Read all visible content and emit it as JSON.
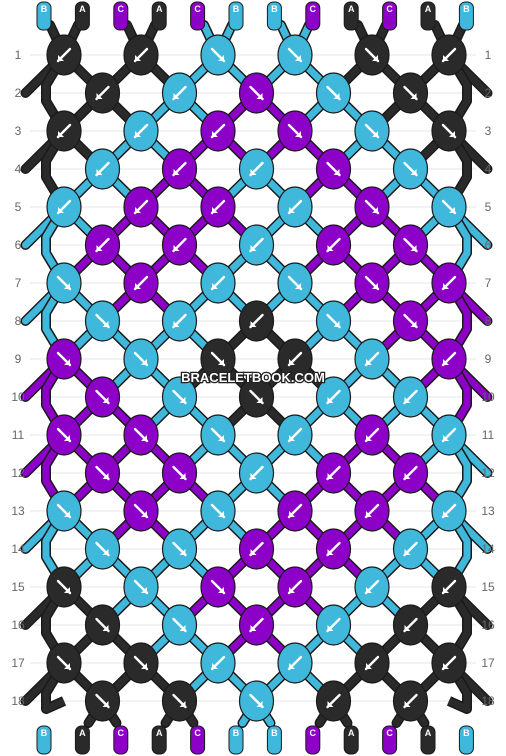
{
  "colors": {
    "A": "#2a2a2a",
    "B": "#40b8dc",
    "C": "#8c00c8"
  },
  "strings_top": [
    "B",
    "A",
    "C",
    "A",
    "C",
    "B",
    "B",
    "C",
    "A",
    "C",
    "A",
    "B"
  ],
  "strings_bottom": [
    "B",
    "A",
    "C",
    "A",
    "C",
    "B",
    "B",
    "C",
    "A",
    "C",
    "A",
    "B"
  ],
  "row_labels": [
    "1",
    "2",
    "3",
    "4",
    "5",
    "6",
    "7",
    "8",
    "9",
    "10",
    "11",
    "12",
    "13",
    "14",
    "15",
    "16",
    "17",
    "18"
  ],
  "knots": [
    [
      {
        "c": "A",
        "d": "L"
      },
      {
        "c": "A",
        "d": "L"
      },
      {
        "c": "B",
        "d": "R"
      },
      {
        "c": "B",
        "d": "R"
      },
      {
        "c": "A",
        "d": "R"
      },
      {
        "c": "A",
        "d": "L"
      }
    ],
    [
      {
        "c": "A",
        "d": "L"
      },
      {
        "c": "B",
        "d": "L"
      },
      {
        "c": "C",
        "d": "R"
      },
      {
        "c": "B",
        "d": "R"
      },
      {
        "c": "A",
        "d": "R"
      }
    ],
    [
      {
        "c": "A",
        "d": "L"
      },
      {
        "c": "B",
        "d": "L"
      },
      {
        "c": "C",
        "d": "L"
      },
      {
        "c": "C",
        "d": "R"
      },
      {
        "c": "B",
        "d": "R"
      },
      {
        "c": "A",
        "d": "R"
      }
    ],
    [
      {
        "c": "B",
        "d": "L"
      },
      {
        "c": "C",
        "d": "L"
      },
      {
        "c": "B",
        "d": "L"
      },
      {
        "c": "C",
        "d": "R"
      },
      {
        "c": "B",
        "d": "R"
      }
    ],
    [
      {
        "c": "B",
        "d": "L"
      },
      {
        "c": "C",
        "d": "L"
      },
      {
        "c": "C",
        "d": "L"
      },
      {
        "c": "B",
        "d": "L"
      },
      {
        "c": "C",
        "d": "R"
      },
      {
        "c": "B",
        "d": "R"
      }
    ],
    [
      {
        "c": "C",
        "d": "L"
      },
      {
        "c": "C",
        "d": "L"
      },
      {
        "c": "B",
        "d": "L"
      },
      {
        "c": "C",
        "d": "L"
      },
      {
        "c": "C",
        "d": "R"
      }
    ],
    [
      {
        "c": "B",
        "d": "R"
      },
      {
        "c": "C",
        "d": "L"
      },
      {
        "c": "B",
        "d": "L"
      },
      {
        "c": "B",
        "d": "R"
      },
      {
        "c": "C",
        "d": "R"
      },
      {
        "c": "C",
        "d": "L"
      }
    ],
    [
      {
        "c": "B",
        "d": "R"
      },
      {
        "c": "B",
        "d": "L"
      },
      {
        "c": "A",
        "d": "L"
      },
      {
        "c": "B",
        "d": "R"
      },
      {
        "c": "C",
        "d": "R"
      }
    ],
    [
      {
        "c": "C",
        "d": "R"
      },
      {
        "c": "B",
        "d": "R"
      },
      {
        "c": "A",
        "d": "R"
      },
      {
        "c": "A",
        "d": "L"
      },
      {
        "c": "B",
        "d": "L"
      },
      {
        "c": "C",
        "d": "L"
      }
    ],
    [
      {
        "c": "C",
        "d": "R"
      },
      {
        "c": "B",
        "d": "R"
      },
      {
        "c": "A",
        "d": "R"
      },
      {
        "c": "B",
        "d": "L"
      },
      {
        "c": "B",
        "d": "L"
      }
    ],
    [
      {
        "c": "C",
        "d": "R"
      },
      {
        "c": "C",
        "d": "R"
      },
      {
        "c": "B",
        "d": "R"
      },
      {
        "c": "B",
        "d": "L"
      },
      {
        "c": "C",
        "d": "L"
      },
      {
        "c": "B",
        "d": "L"
      }
    ],
    [
      {
        "c": "C",
        "d": "R"
      },
      {
        "c": "C",
        "d": "R"
      },
      {
        "c": "B",
        "d": "L"
      },
      {
        "c": "C",
        "d": "L"
      },
      {
        "c": "C",
        "d": "L"
      }
    ],
    [
      {
        "c": "B",
        "d": "R"
      },
      {
        "c": "C",
        "d": "R"
      },
      {
        "c": "B",
        "d": "R"
      },
      {
        "c": "C",
        "d": "L"
      },
      {
        "c": "C",
        "d": "L"
      },
      {
        "c": "B",
        "d": "L"
      }
    ],
    [
      {
        "c": "B",
        "d": "R"
      },
      {
        "c": "B",
        "d": "R"
      },
      {
        "c": "C",
        "d": "L"
      },
      {
        "c": "C",
        "d": "L"
      },
      {
        "c": "B",
        "d": "L"
      }
    ],
    [
      {
        "c": "A",
        "d": "R"
      },
      {
        "c": "B",
        "d": "R"
      },
      {
        "c": "C",
        "d": "R"
      },
      {
        "c": "C",
        "d": "L"
      },
      {
        "c": "B",
        "d": "L"
      },
      {
        "c": "A",
        "d": "L"
      }
    ],
    [
      {
        "c": "A",
        "d": "R"
      },
      {
        "c": "B",
        "d": "R"
      },
      {
        "c": "C",
        "d": "L"
      },
      {
        "c": "B",
        "d": "L"
      },
      {
        "c": "A",
        "d": "L"
      }
    ],
    [
      {
        "c": "A",
        "d": "R"
      },
      {
        "c": "A",
        "d": "R"
      },
      {
        "c": "B",
        "d": "L"
      },
      {
        "c": "B",
        "d": "L"
      },
      {
        "c": "A",
        "d": "L"
      },
      {
        "c": "A",
        "d": "L"
      }
    ],
    [
      {
        "c": "A",
        "d": "R"
      },
      {
        "c": "A",
        "d": "R"
      },
      {
        "c": "B",
        "d": "R"
      },
      {
        "c": "A",
        "d": "L"
      },
      {
        "c": "A",
        "d": "L"
      }
    ]
  ],
  "watermark": "BRACELETBOOK.COM"
}
